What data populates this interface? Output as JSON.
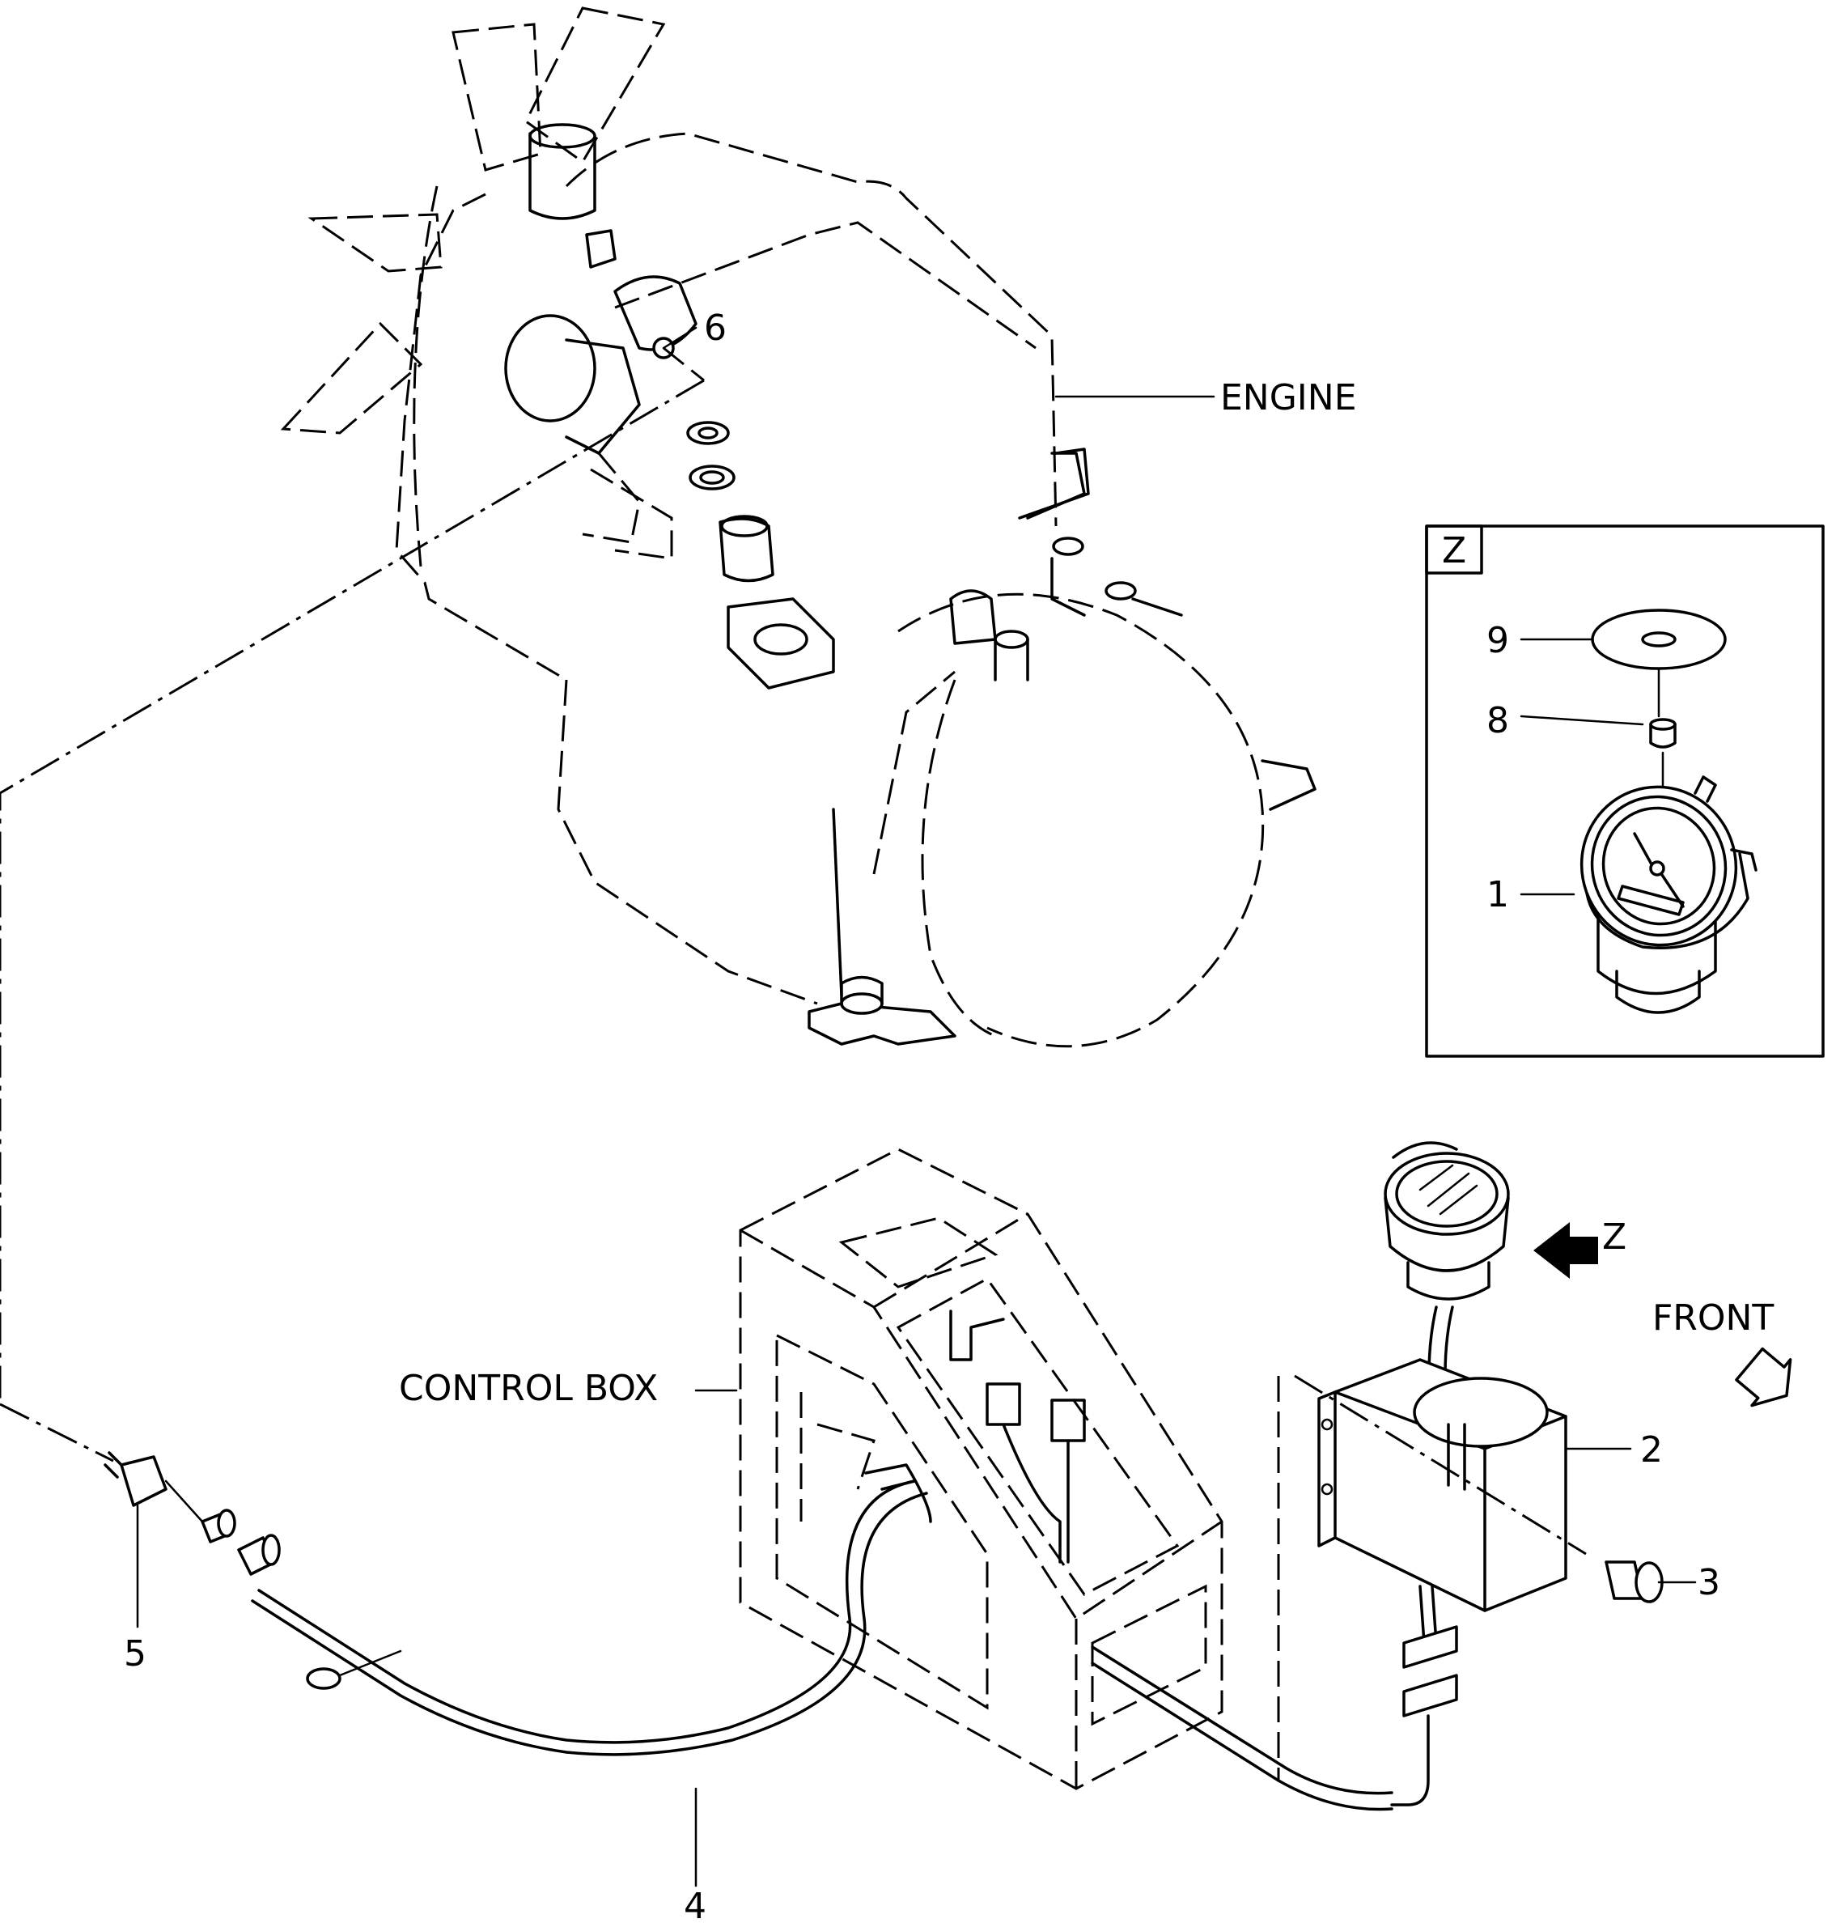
{
  "labels": {
    "engine": "ENGINE",
    "control_box": "CONTROL BOX",
    "front": "FRONT",
    "view_arrow": "Z",
    "detail_view": "Z"
  },
  "callouts": {
    "c1": "1",
    "c2": "2",
    "c3": "3",
    "c4": "4",
    "c5": "5",
    "c6": "6",
    "c8": "8",
    "c9": "9"
  }
}
